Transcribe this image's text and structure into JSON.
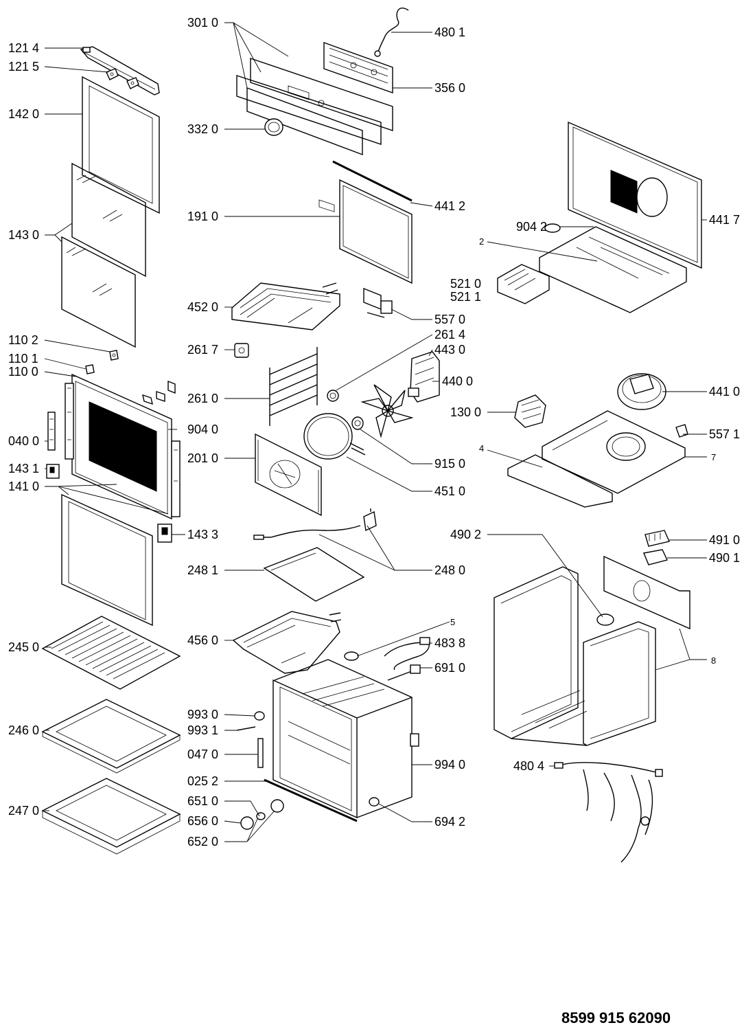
{
  "document_code": "8599 915 62090",
  "labels": {
    "p3010": "301 0",
    "p4801": "480 1",
    "p1214": "121 4",
    "p1215": "121 5",
    "p3560": "356 0",
    "p1420": "142 0",
    "p3320": "332 0",
    "p4412": "441 2",
    "p1910": "191 0",
    "p1430": "143 0",
    "p9042": "904 2",
    "p4417": "441 7",
    "n2": "2",
    "p5210": "521 0",
    "p5211": "521 1",
    "p4520": "452 0",
    "p5570": "557 0",
    "p1102": "110 2",
    "p2614": "261 4",
    "p2617": "261 7",
    "p4430": "443 0",
    "p1101": "110 1",
    "p1100": "110 0",
    "p4400": "440 0",
    "p2610": "261 0",
    "p4410": "441 0",
    "p1300": "130 0",
    "p9040": "904 0",
    "p0400": "040 0",
    "p5571": "557 1",
    "n4": "4",
    "p2010": "201 0",
    "p9150": "915 0",
    "n7": "7",
    "p1431": "143 1",
    "p1410": "141 0",
    "p4510": "451 0",
    "p1433": "143 3",
    "p4902": "490 2",
    "p4910": "491 0",
    "p2481": "248 1",
    "p2480": "248 0",
    "p4901": "490 1",
    "n5": "5",
    "p2450": "245 0",
    "p4560": "456 0",
    "p4838": "483 8",
    "n8": "8",
    "p6910": "691 0",
    "p9930": "993 0",
    "p2460": "246 0",
    "p9931": "993 1",
    "p0470": "047 0",
    "p9940": "994 0",
    "p4804": "480 4",
    "p0252": "025 2",
    "p6510": "651 0",
    "p2470": "247 0",
    "p6560": "656 0",
    "p6942": "694 2",
    "p6520": "652 0"
  }
}
